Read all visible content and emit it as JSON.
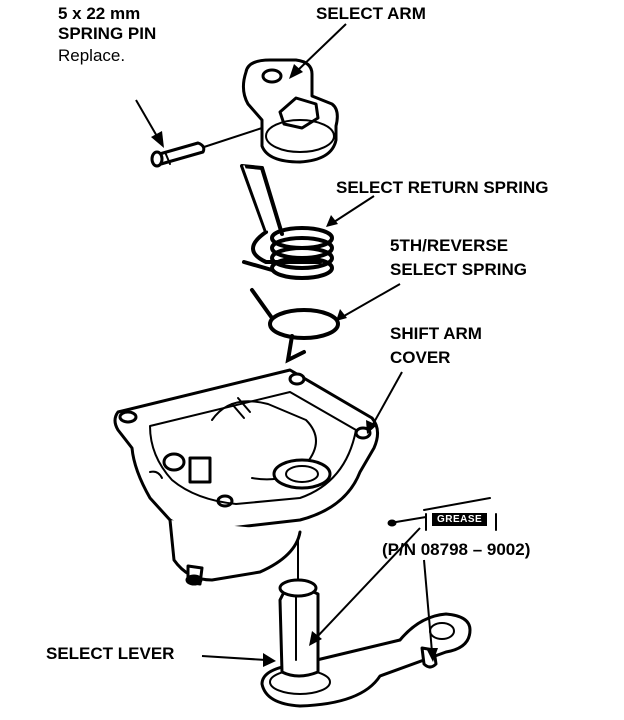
{
  "labels": {
    "spring_pin_size": "5 x 22 mm",
    "spring_pin_name": "SPRING PIN",
    "spring_pin_note": "Replace.",
    "select_arm": "SELECT ARM",
    "select_return_spring": "SELECT RETURN SPRING",
    "reverse_spring_line1": "5TH/REVERSE",
    "reverse_spring_line2": "SELECT SPRING",
    "shift_arm_cover_line1": "SHIFT ARM",
    "shift_arm_cover_line2": "COVER",
    "grease_badge": "GREASE",
    "part_number": "(P/N 08798 – 9002)",
    "select_lever": "SELECT LEVER"
  }
}
